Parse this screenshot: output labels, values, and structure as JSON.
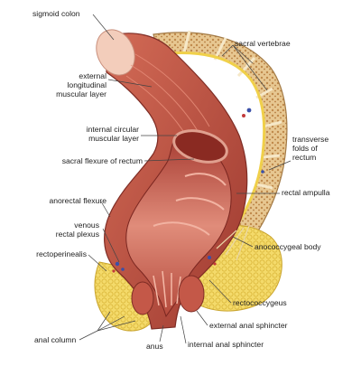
{
  "labels": {
    "sigmoid_colon": "sigmoid colon",
    "external_longitudinal_muscular_layer": "external\nlongitudinal\nmuscular layer",
    "internal_circular_muscular_layer": "internal circular\nmuscular layer",
    "sacral_flexure_of_rectum": "sacral flexure of rectum",
    "anorectal_flexure": "anorectal flexure",
    "venous_rectal_plexus": "venous\nrectal plexus",
    "rectoperinealis": "rectoperinealis",
    "anal_column": "anal column",
    "anus": "anus",
    "sacral_vertebrae": "sacral vertebrae",
    "transverse_folds_of_rectum": "transverse\nfolds of\nrectum",
    "rectal_ampulla": "rectal ampulla",
    "anococcygeal_body": "anococcygeal body",
    "rectococcygeus": "rectococcygeus",
    "external_anal_sphincter": "external anal sphincter",
    "internal_anal_sphincter": "internal anal sphincter"
  },
  "colors": {
    "muscle_outer": "#b5443a",
    "muscle_mid": "#cf6a58",
    "mucosa": "#e49a8a",
    "lumen_dark": "#8e2a24",
    "bone": "#e8cfa0",
    "bone_marrow": "#c99a5a",
    "fat": "#f2d560",
    "fat_dark": "#d9b432",
    "colon_tip": "#f2c7b4",
    "leader": "#444444"
  }
}
